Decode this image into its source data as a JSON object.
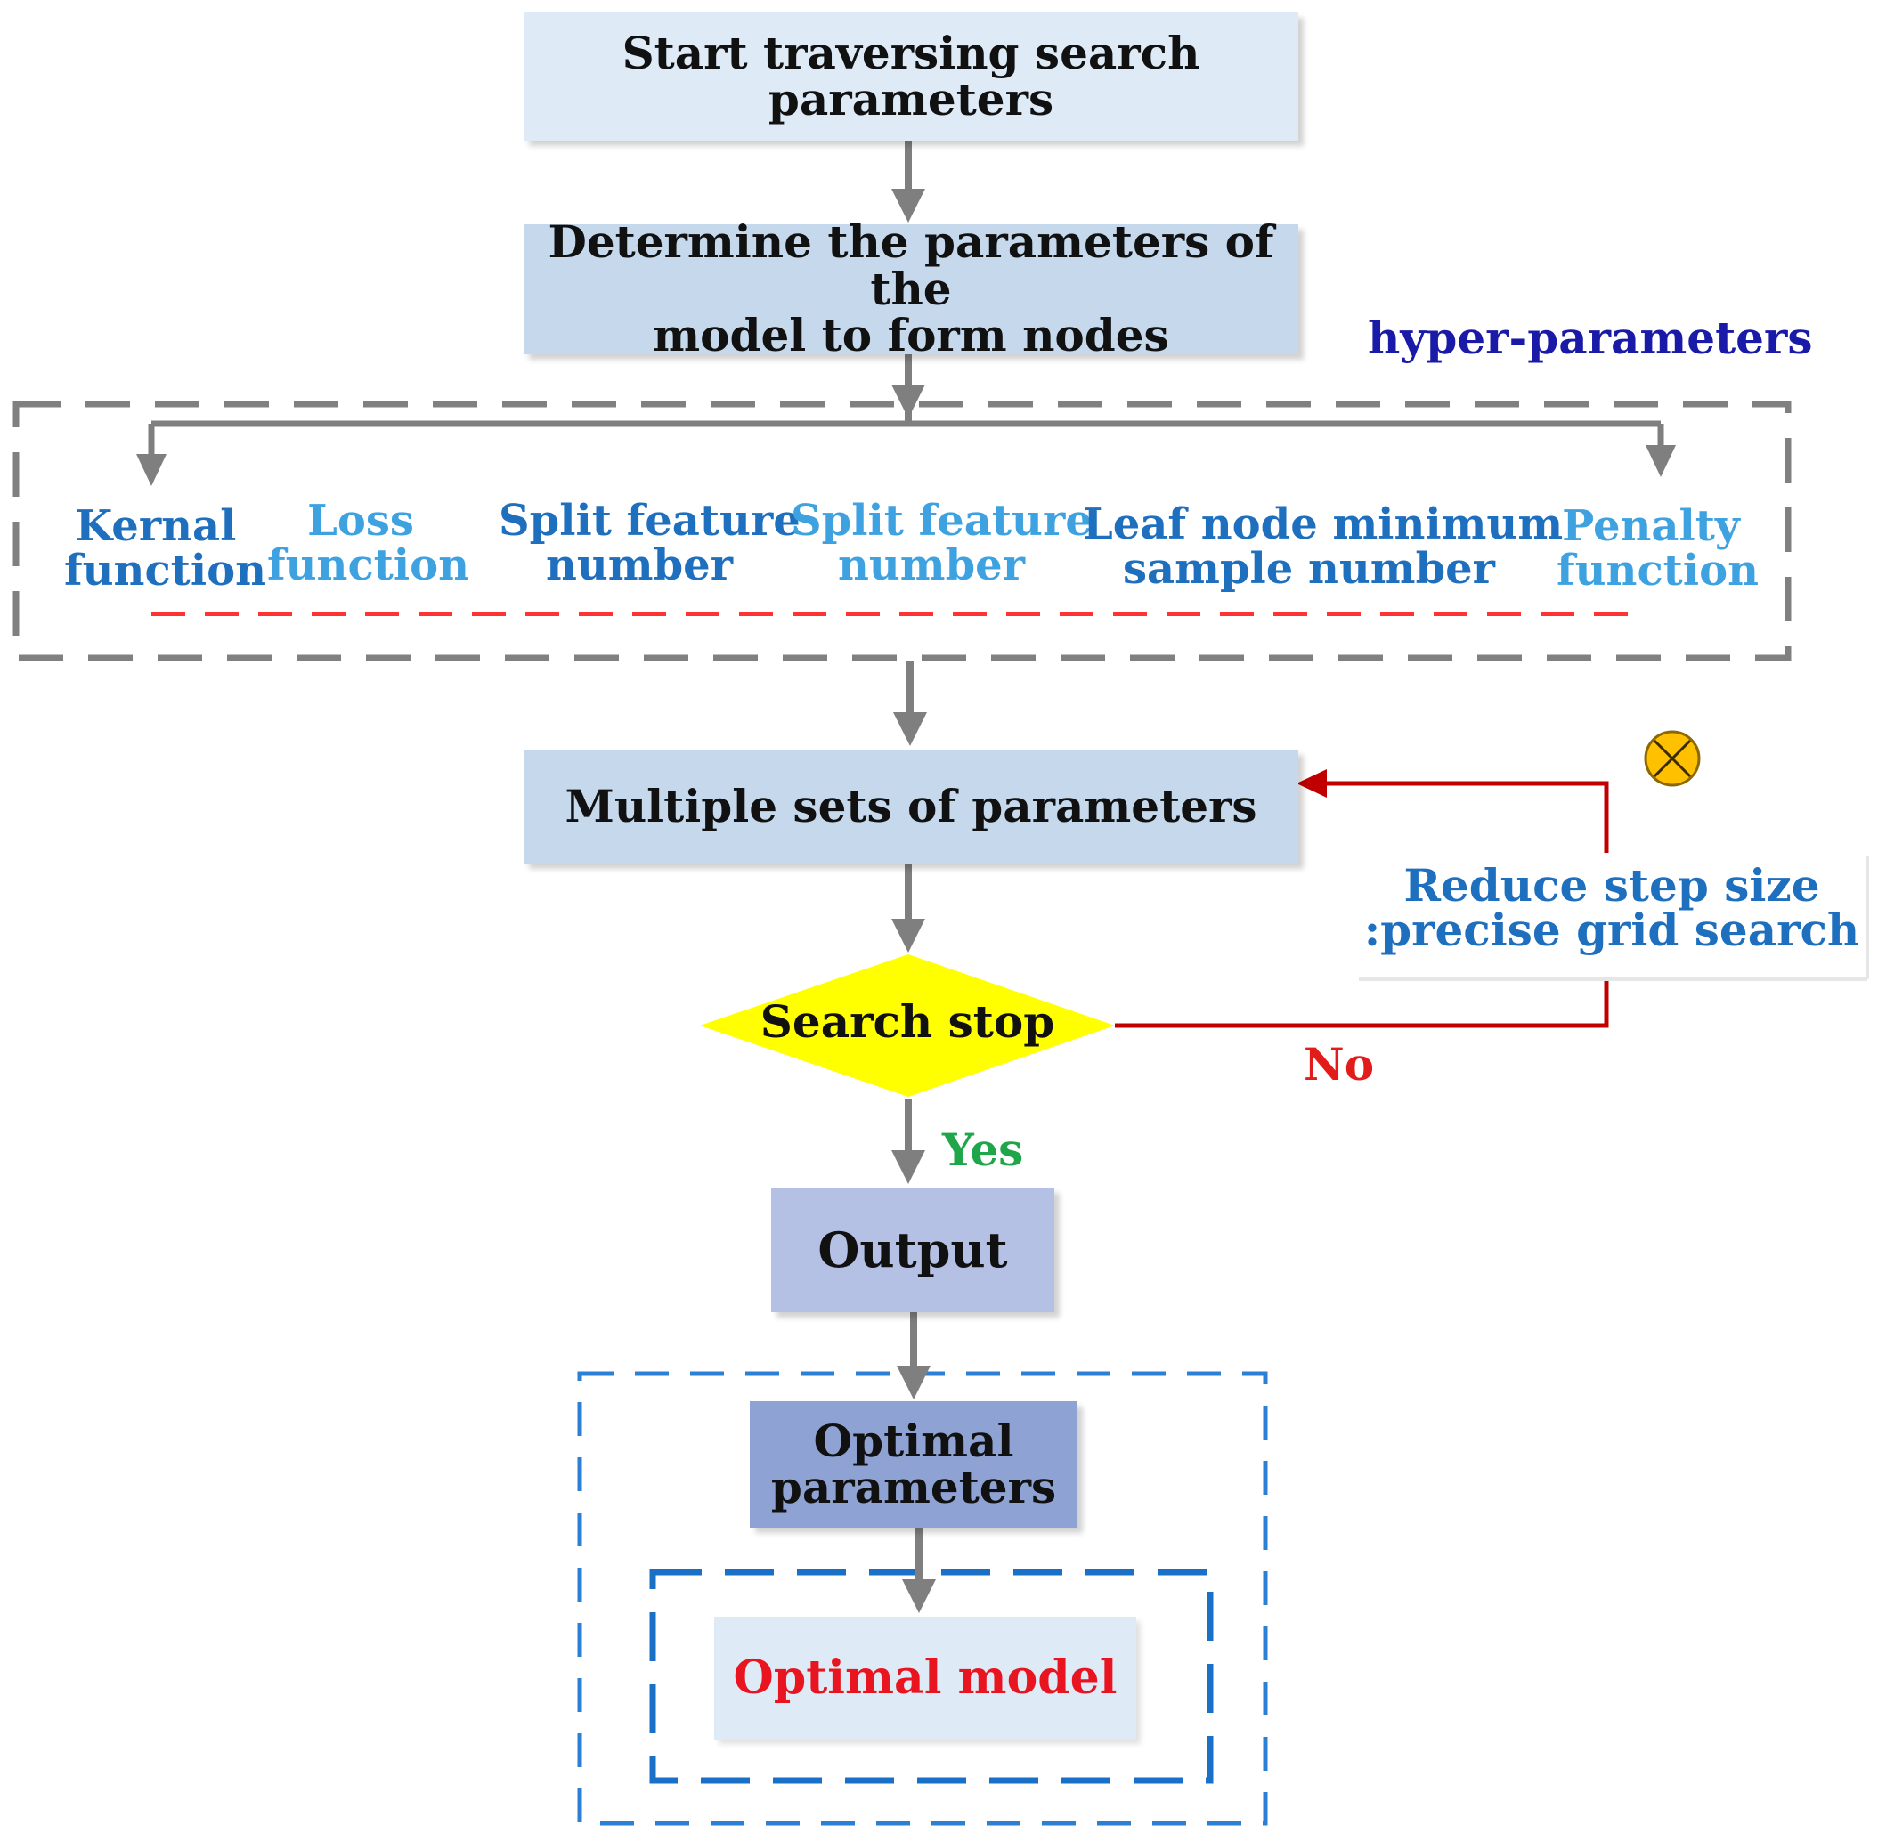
{
  "colors": {
    "arrow_gray": "#7f7f7f",
    "loop_red": "#c00000",
    "box_light": "#deebf7",
    "box_mid": "#c5d8ec",
    "box_output": "#b4c0e4",
    "box_optimal": "#8fa2d4",
    "diamond_yellow": "#ffff00",
    "text_dark": "#111111",
    "param_blue_dark": "#1f6fbf",
    "param_blue_light": "#3ea2e0",
    "hyper_navy": "#1a1aa8",
    "no_red": "#e21b1b",
    "yes_green": "#1fa64a",
    "optimal_model_red": "#e8141f",
    "outer_dash_blue": "#2b7fd4",
    "inner_dash_blue": "#1a6fc6",
    "group_dash_gray": "#808080",
    "underline_red": "#ff3333",
    "reset_icon_fill": "#ffc000"
  },
  "nodes": {
    "start": {
      "line1": "Start traversing search",
      "line2": "parameters"
    },
    "determine": {
      "line1": "Determine the parameters of the",
      "line2": "model to form nodes"
    },
    "multiple": {
      "label": "Multiple sets of parameters"
    },
    "search_stop": {
      "label": "Search stop"
    },
    "output": {
      "label": "Output"
    },
    "optimal_params": {
      "line1": "Optimal",
      "line2": "parameters"
    },
    "optimal_model": {
      "label": "Optimal model"
    }
  },
  "hyper_label": "hyper-parameters",
  "parameters": [
    {
      "line1": "Kernal",
      "line2": "function",
      "tone": "dark"
    },
    {
      "line1": "Loss",
      "line2": "function",
      "tone": "light"
    },
    {
      "line1": "Split feature",
      "line2": "number",
      "tone": "dark"
    },
    {
      "line1": "Split feature",
      "line2": "number",
      "tone": "light"
    },
    {
      "line1": "Leaf node minimum",
      "line2": "sample number",
      "tone": "dark"
    },
    {
      "line1": "Penalty",
      "line2": "function",
      "tone": "light"
    }
  ],
  "loop": {
    "line1": "Reduce step size",
    "line2": ":precise grid search",
    "icon": "reset-icon"
  },
  "edge_labels": {
    "no": "No",
    "yes": "Yes"
  }
}
